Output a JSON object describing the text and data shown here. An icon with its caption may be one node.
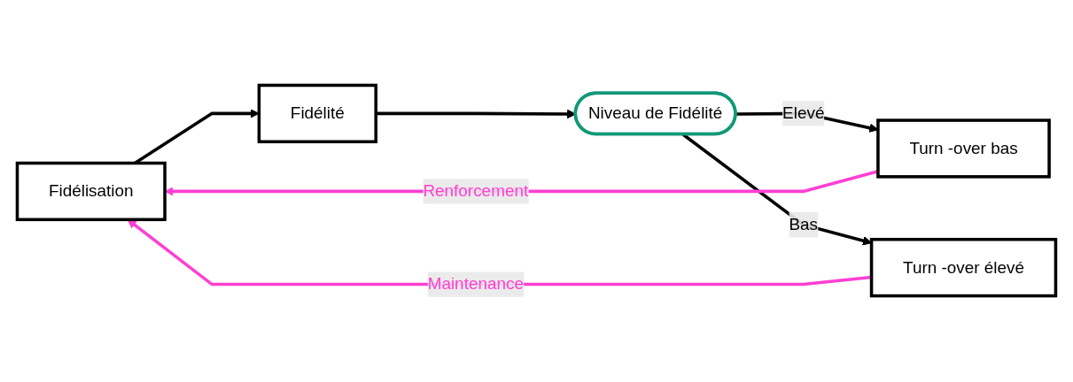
{
  "diagram": {
    "nodes": [
      {
        "text": [
          "Fidélisation"
        ]
      },
      {
        "text": [
          "Fidélité"
        ]
      },
      {
        "text": [
          "Niveau de Fidélité"
        ]
      },
      {
        "text": [
          "Turn -over bas"
        ]
      },
      {
        "text": [
          "Turn -over élevé"
        ]
      }
    ],
    "edges": [
      {
        "from": 0,
        "to": 1,
        "arrow": "to"
      },
      {
        "from": 1,
        "to": 2,
        "arrow": "to"
      },
      {
        "from": 2,
        "to": 3,
        "label": "Elevé",
        "arrow": "to"
      },
      {
        "from": 2,
        "to": 4,
        "label": "Bas",
        "arrow": "to"
      },
      {
        "from": 3,
        "to": 0,
        "label": "Renforcement",
        "arrow": "to",
        "color": "#ff3fd2"
      },
      {
        "from": 4,
        "to": 0,
        "label": "Maintenance",
        "arrow": "to",
        "color": "#ff3fd2"
      }
    ]
  }
}
